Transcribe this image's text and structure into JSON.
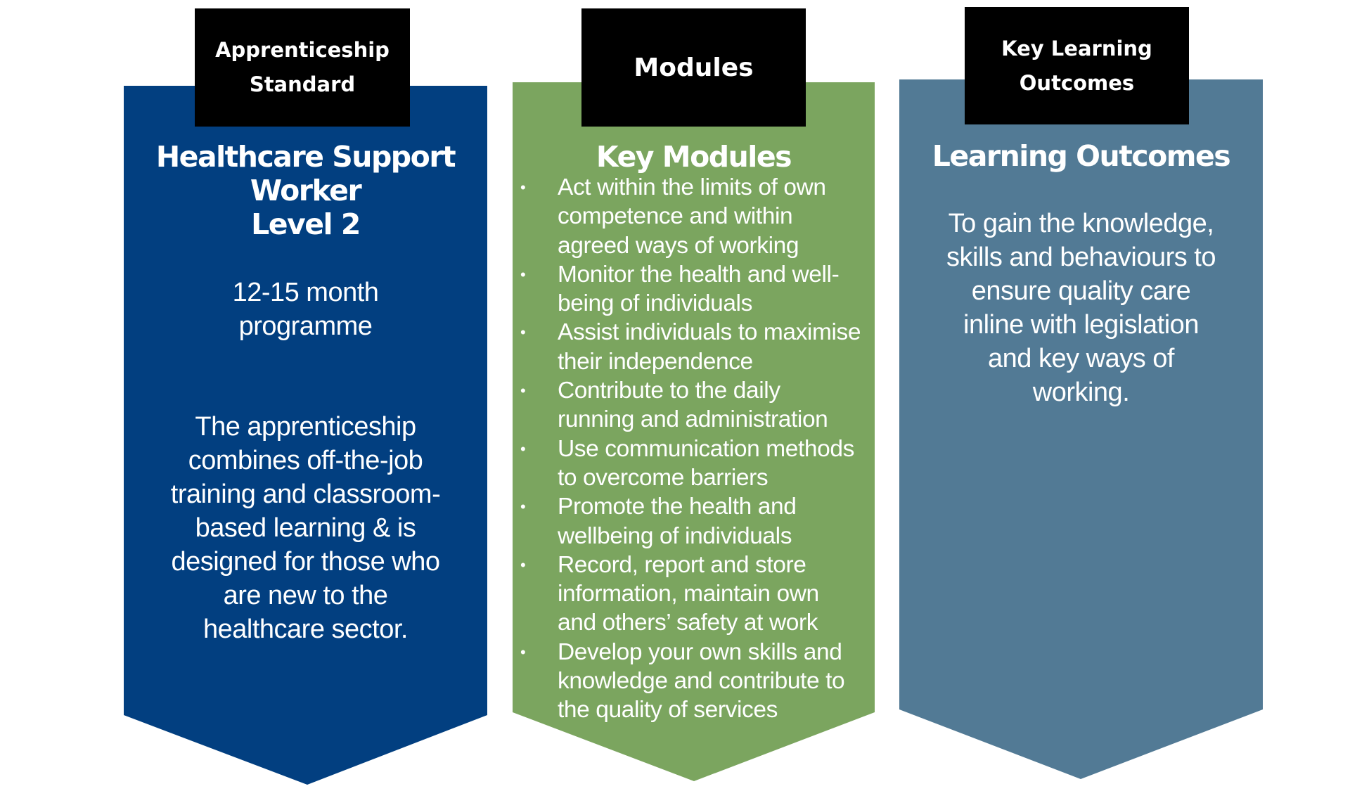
{
  "colors": {
    "standard": "#023f80",
    "modules": "#7ba55f",
    "outcomes": "#527a95",
    "label_bg": "#000000"
  },
  "columns": [
    {
      "label": "Apprenticeship\nStandard",
      "title": "Healthcare Support\nWorker\nLevel 2",
      "duration": "12-15  month\nprogramme",
      "description": "The apprenticeship\ncombines off-the-job\ntraining and classroom-\nbased learning & is\ndesigned for those who\nare new to the\nhealthcare sector."
    },
    {
      "label": "Modules",
      "title": "Key Modules",
      "items": [
        "Act within the limits of own\ncompetence and within\nagreed ways of working",
        "Monitor the health and well-\nbeing of individuals",
        "Assist individuals to maximise\ntheir independence",
        "Contribute to the daily\nrunning and administration",
        "Use communication methods\nto overcome barriers",
        "Promote the health and\nwellbeing of individuals",
        "Record, report and store\ninformation, maintain own\nand others’ safety at work",
        "Develop your own skills and\nknowledge and contribute to\nthe quality of services"
      ]
    },
    {
      "label": "Key Learning\nOutcomes",
      "title": "Learning Outcomes",
      "description": "To gain the knowledge,\nskills and behaviours to\nensure quality care\ninline with legislation\nand key ways of\nworking."
    }
  ]
}
